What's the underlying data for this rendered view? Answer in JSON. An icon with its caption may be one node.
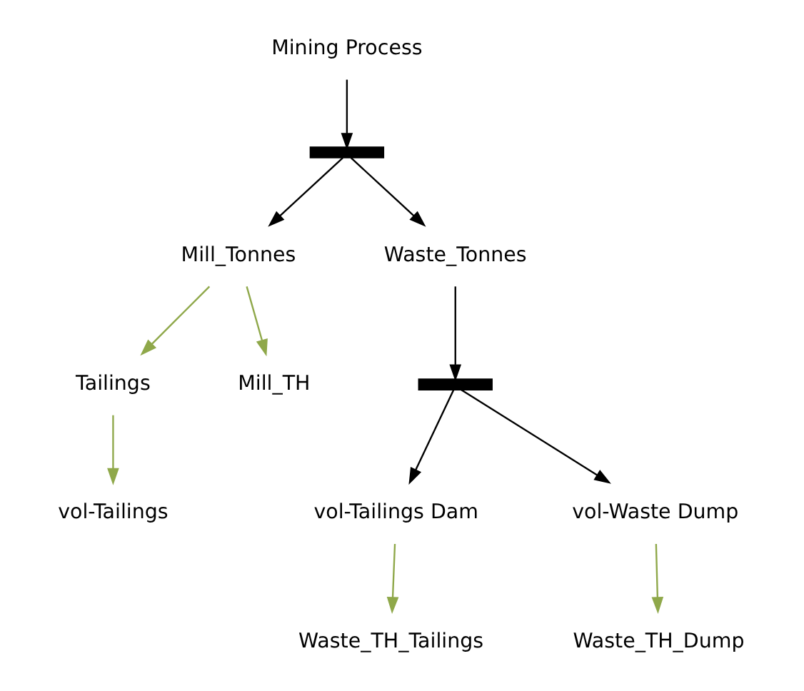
{
  "diagram": {
    "nodes": [
      {
        "text": [
          "Mining Process"
        ]
      },
      {
        "text": [],
        "shape": "bar"
      },
      {
        "text": [
          "Mill_Tonnes"
        ]
      },
      {
        "text": [
          "Waste_Tonnes"
        ]
      },
      {
        "text": [
          "Tailings"
        ]
      },
      {
        "text": [
          "Mill_TH"
        ]
      },
      {
        "text": [],
        "shape": "bar"
      },
      {
        "text": [
          "vol-Tailings"
        ]
      },
      {
        "text": [
          "vol-Tailings Dam"
        ]
      },
      {
        "text": [
          "vol-Waste Dump"
        ]
      },
      {
        "text": [
          "Waste_TH_Tailings"
        ]
      },
      {
        "text": [
          "Waste_TH_Dump"
        ]
      }
    ],
    "edges": [
      {
        "from": 0,
        "to": 1,
        "arrow": "to"
      },
      {
        "from": 1,
        "to": 2,
        "arrow": "to"
      },
      {
        "from": 1,
        "to": 3,
        "arrow": "to"
      },
      {
        "from": 2,
        "to": 4,
        "arrow": "to",
        "color": "#8fa84a"
      },
      {
        "from": 2,
        "to": 5,
        "arrow": "to",
        "color": "#8fa84a"
      },
      {
        "from": 3,
        "to": 6,
        "arrow": "to"
      },
      {
        "from": 4,
        "to": 7,
        "arrow": "to",
        "color": "#8fa84a"
      },
      {
        "from": 6,
        "to": 8,
        "arrow": "to"
      },
      {
        "from": 6,
        "to": 9,
        "arrow": "to"
      },
      {
        "from": 8,
        "to": 10,
        "arrow": "to",
        "color": "#8fa84a"
      },
      {
        "from": 9,
        "to": 11,
        "arrow": "to",
        "color": "#8fa84a"
      }
    ]
  }
}
